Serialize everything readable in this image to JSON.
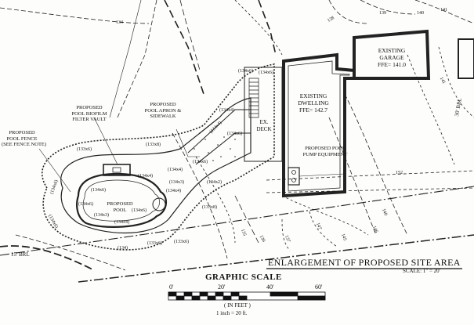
{
  "title": "ENLARGEMENT OF PROPOSED SITE AREA",
  "scale_text": "SCALE: 1\" = 20'",
  "graphic_scale": {
    "heading": "GRAPHIC SCALE",
    "ticks": [
      "0'",
      "20'",
      "40'",
      "60'"
    ],
    "units": "( IN FEET )",
    "ratio": "1 inch = 20 ft."
  },
  "labels": {
    "biofilm": [
      "PROPOSED",
      "POOL BIOFILM",
      "FILTER VAULT"
    ],
    "fence": [
      "PROPOSED",
      "POOL FENCE",
      "(SEE FENCE NOTE)"
    ],
    "apron": [
      "PROPOSED",
      "POOL APRON &",
      "SIDEWALK"
    ],
    "pool": [
      "PROPOSED",
      "POOL"
    ],
    "dwelling": [
      "EXISTING",
      "DWELLING",
      "FFE= 142.7"
    ],
    "garage": [
      "EXISTING",
      "GARAGE",
      "FFE= 141.0"
    ],
    "deck": [
      "EX.",
      "DECK"
    ],
    "pump": [
      "PROPOSED POOL",
      "PUMP EQUIPMENT"
    ],
    "brl_left": "15' BRL",
    "brl_right": "30' BRL"
  },
  "contours": [
    "134",
    "138",
    "139",
    "140",
    "141",
    "141",
    "152",
    "146",
    "145",
    "147",
    "135",
    "136",
    "137",
    "140"
  ],
  "spot_elevations": [
    "(134x6)",
    "(134x6)",
    "(133x6)",
    "(133x8)",
    "(134x4)",
    "(134x6)",
    "(134x4)",
    "(134x3)",
    "(134x4)",
    "(134x6)",
    "(134x4)",
    "(134x3)",
    "(134x4)",
    "(134x2)",
    "(134x6)",
    "(134x6)",
    "(134x6)",
    "(133x8)",
    "(133x6)",
    "(133x6)",
    "(134)",
    "(134x6)",
    "(134x6)",
    "(134x4)"
  ]
}
